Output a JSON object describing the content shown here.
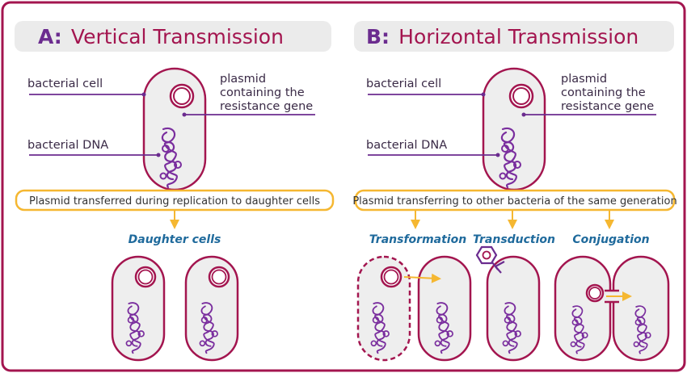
{
  "panels": {
    "vertical": {
      "letter": "A:",
      "title": "Vertical Transmission",
      "labels": {
        "cell": "bacterial cell",
        "dna": "bacterial DNA",
        "plasmid_1": "plasmid",
        "plasmid_2": "containing the",
        "plasmid_3": "resistance gene"
      },
      "banner": "Plasmid transferred during replication to daughter cells",
      "result_label": "Daughter cells"
    },
    "horizontal": {
      "letter": "B:",
      "title": "Horizontal Transmission",
      "labels": {
        "cell": "bacterial cell",
        "dna": "bacterial DNA",
        "plasmid_1": "plasmid",
        "plasmid_2": "containing the",
        "plasmid_3": "resistance gene"
      },
      "banner": "Plasmid transferring to other bacteria of the same generation",
      "mechanisms": {
        "transformation": "Transformation",
        "transduction": "Transduction",
        "conjugation": "Conjugation"
      }
    }
  },
  "colors": {
    "frame": "#a3154f",
    "cell_outline": "#a3154f",
    "cell_fill": "#eeeeee",
    "dna": "#7a2e9e",
    "pointer": "#6b2c8f",
    "banner_border": "#f5b731",
    "arrow": "#f5b731",
    "title_bg": "#ebebeb",
    "subtitle": "#1f6a9c"
  }
}
